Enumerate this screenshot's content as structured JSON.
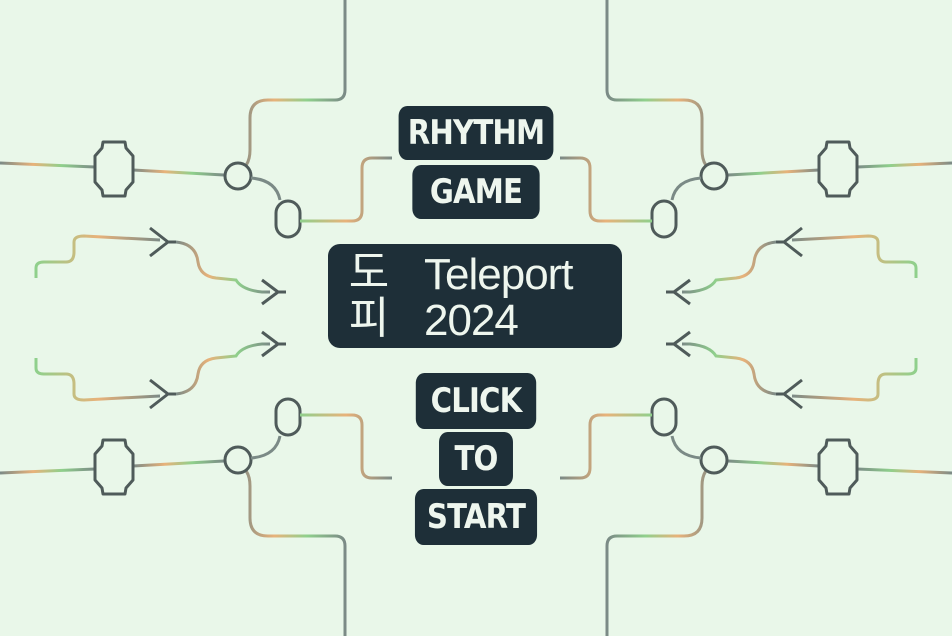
{
  "title_lines": [
    "RHYTHM",
    "GAME"
  ],
  "logo": {
    "korean": "도\n피",
    "name": "Teleport",
    "year": "2024"
  },
  "start_lines": [
    "CLICK",
    "TO",
    "START"
  ],
  "colors": {
    "background": "#e9f7e9",
    "panel": "#1e2f38",
    "panel_text": "#eef6ee",
    "wire": "#7b8a86",
    "wire_accent_green": "#8fd08c",
    "wire_accent_orange": "#e8b27a",
    "node_stroke": "#4f5b5a"
  }
}
